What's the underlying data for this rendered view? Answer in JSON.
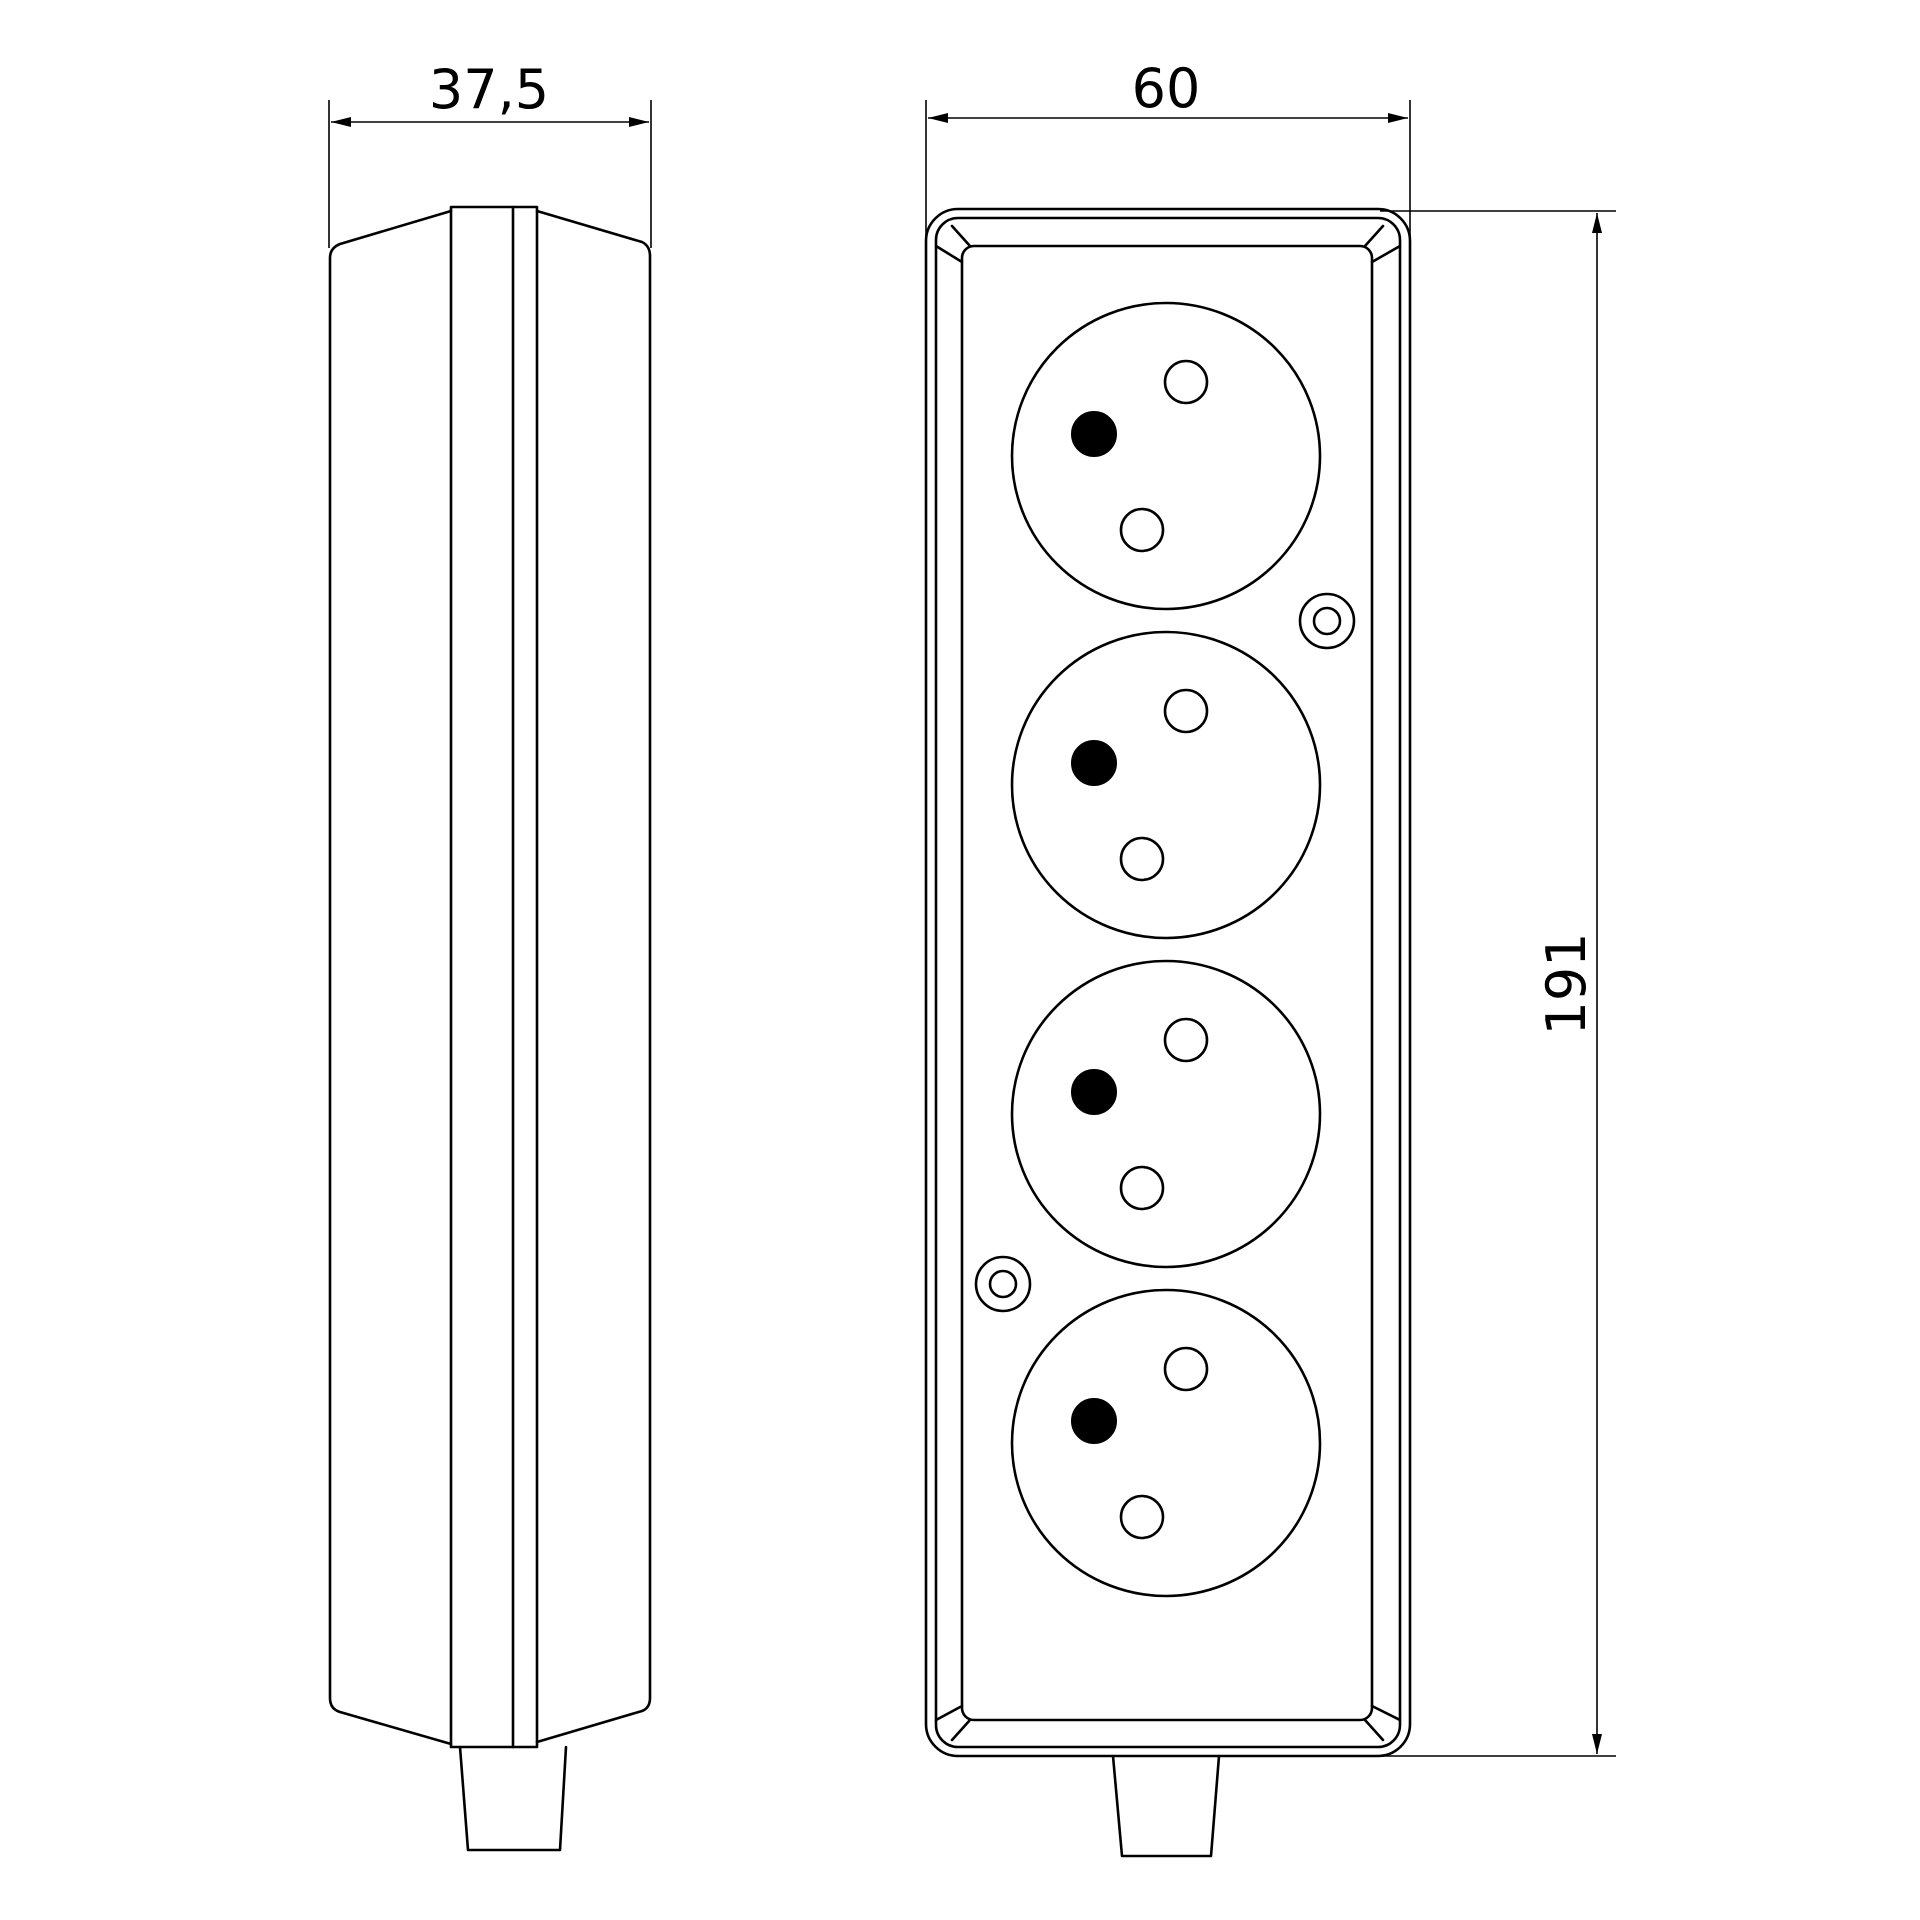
{
  "drawing": {
    "side_view": {
      "width_label": "37,5"
    },
    "front_view": {
      "width_label": "60",
      "height_label": "191",
      "socket_count": 4
    }
  },
  "colors": {
    "line": "#000000",
    "background": "#ffffff"
  }
}
